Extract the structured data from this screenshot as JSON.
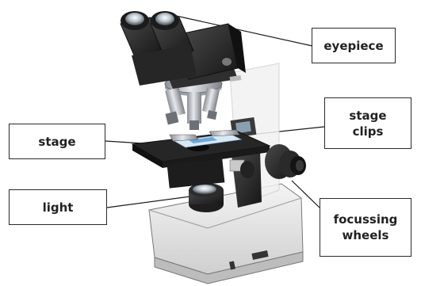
{
  "labels": {
    "eyepiece": "eyepiece",
    "stage": "stage",
    "stage_clips_line1": "stage",
    "stage_clips_line2": "clips",
    "light": "light",
    "focussing_wheels_line1": "focussing",
    "focussing_wheels_line2": "wheels"
  },
  "colors": {
    "body_dark": "#2b2b2b",
    "body_light": "#eeeeee",
    "metal": "#b8bcc2",
    "slide_blue": "#6fa8d6",
    "leader_line": "#1a1a1a"
  }
}
